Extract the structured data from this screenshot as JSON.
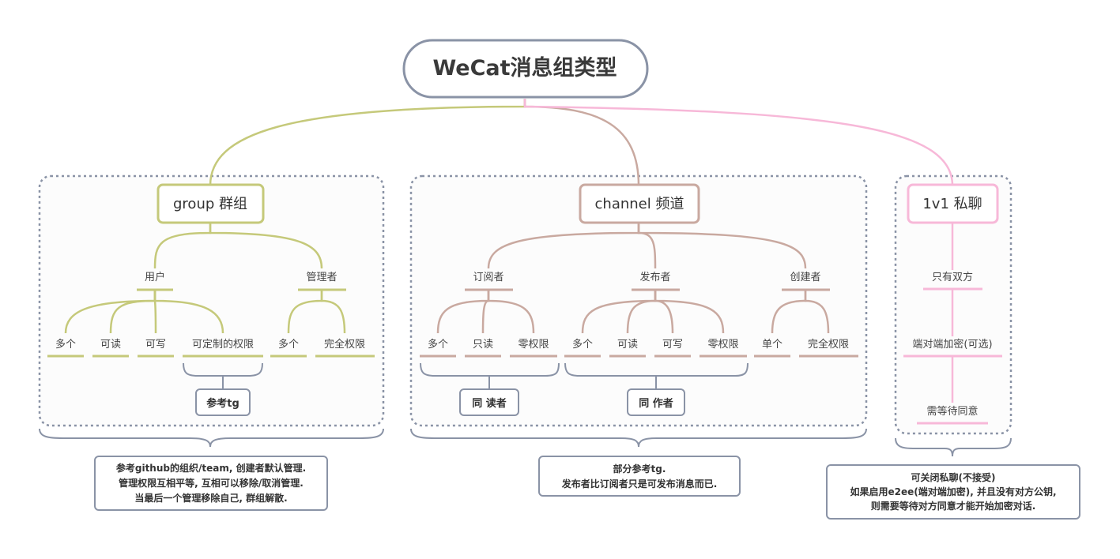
{
  "root": {
    "title": "WeCat消息组类型"
  },
  "colors": {
    "group": "#c5c97a",
    "channel": "#c9a9a0",
    "private": "#f7b8d8",
    "frame": "#8a93a6"
  },
  "group": {
    "title": "group 群组",
    "roles": [
      {
        "label": "用户",
        "items": [
          "多个",
          "可读",
          "可写",
          "可定制的权限"
        ]
      },
      {
        "label": "管理者",
        "items": [
          "多个",
          "完全权限"
        ]
      }
    ],
    "tag": "参考tg",
    "note": [
      "参考github的组织/team, 创建者默认管理.",
      "管理权限互相平等, 互相可以移除/取消管理.",
      "当最后一个管理移除自己, 群组解散."
    ]
  },
  "channel": {
    "title": "channel 频道",
    "roles": [
      {
        "label": "订阅者",
        "items": [
          "多个",
          "只读",
          "零权限"
        ]
      },
      {
        "label": "发布者",
        "items": [
          "多个",
          "可读",
          "可写",
          "零权限"
        ]
      },
      {
        "label": "创建者",
        "items": [
          "单个",
          "完全权限"
        ]
      }
    ],
    "tags": [
      "同 读者",
      "同 作者"
    ],
    "note": [
      "部分参考tg.",
      "发布者比订阅者只是可发布消息而已."
    ]
  },
  "private": {
    "title": "1v1 私聊",
    "steps": [
      "只有双方",
      "端对端加密(可选)",
      "需等待同意"
    ],
    "note": [
      "可关闭私聊(不接受)",
      "如果启用e2ee(端对端加密), 并且没有对方公钥,",
      "则需要等待对方同意才能开始加密对话."
    ]
  }
}
